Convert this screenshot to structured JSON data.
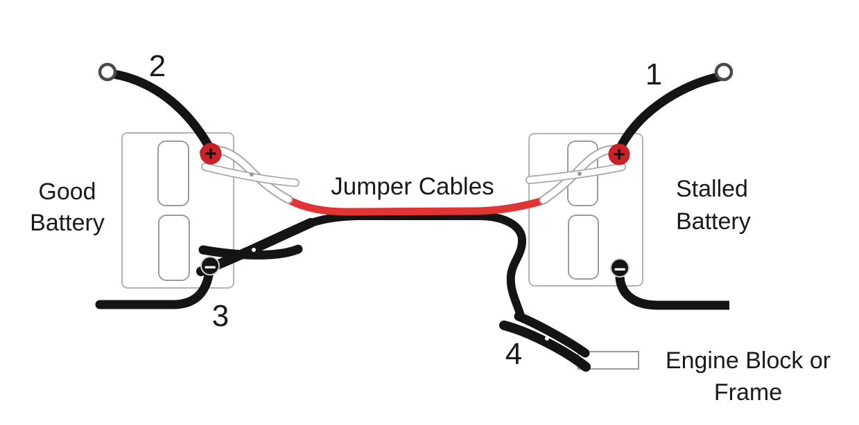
{
  "labels": {
    "jumper_cables": "Jumper Cables",
    "good_battery": "Good\nBattery",
    "stalled_battery": "Stalled\nBattery",
    "engine_block": "Engine Block or\nFrame"
  },
  "steps": {
    "one": "1",
    "two": "2",
    "three": "3",
    "four": "4"
  },
  "symbols": {
    "plus": "+",
    "minus": "−"
  },
  "colors": {
    "positive_cable_red": "#e23434",
    "terminal_positive_red": "#ce2127",
    "negative_black": "#141414",
    "outline_gray": "#b3b3b3"
  }
}
